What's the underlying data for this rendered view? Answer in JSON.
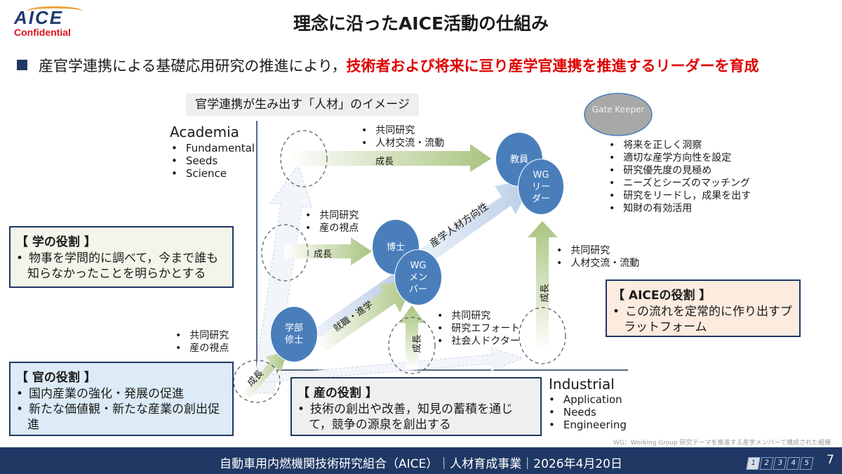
{
  "logo": {
    "brand": "AICE",
    "confidential": "Confidential"
  },
  "title": "理念に沿ったAICE活動の仕組み",
  "lead": {
    "normal": "産官学連携による基礎応用研究の推進により，",
    "highlight": "技術者および将来に亘り産学官連携を推進するリーダーを育成"
  },
  "caption": "官学連携が生み出す「人材」のイメージ",
  "academia": {
    "label": "Academia",
    "items": [
      "Fundamental",
      "Seeds",
      "Science"
    ]
  },
  "industrial": {
    "label": "Industrial",
    "items": [
      "Application",
      "Needs",
      "Engineering"
    ]
  },
  "gatekeeper": "Gate Keeper",
  "gatekeeper_items": [
    "将来を正しく洞察",
    "適切な産学方向性を設定",
    "研究優先度の見極め",
    "ニーズとシーズのマッチング",
    "研究をリードし，成果を出す",
    "知財の有効活用"
  ],
  "nodes": {
    "faculty": "教員",
    "wg_leader": "WG リー ダー",
    "phd": "博士",
    "wg_member": "WG メン バー",
    "undergrad": "学部 修士"
  },
  "arrows": {
    "growth": "成長",
    "career": "就職・進学",
    "direction": "産学人材方向性"
  },
  "notes": {
    "top": [
      "共同研究",
      "人材交流・流動"
    ],
    "mid": [
      "共同研究",
      "産の視点"
    ],
    "low": [
      "共同研究",
      "産の視点"
    ],
    "bottom": [
      "共同研究",
      "研究エフォート",
      "社会人ドクター"
    ],
    "right": [
      "共同研究",
      "人材交流・流動"
    ]
  },
  "roles": {
    "academia": {
      "title": "【 学の役割 】",
      "items": [
        "物事を学問的に調べて，今まで誰も知らなかったことを明らかとする"
      ]
    },
    "government": {
      "title": "【 官の役割 】",
      "items": [
        "国内産業の強化・発展の促進",
        "新たな価値観・新たな産業の創出促進"
      ]
    },
    "industry": {
      "title": "【 産の役割 】",
      "items": [
        "技術の創出や改善，知見の蓄積を通じて，競争の源泉を創出する"
      ]
    },
    "aice": {
      "title": "【 AICEの役割 】",
      "items": [
        "この流れを定常的に作り出すプラットフォーム"
      ]
    }
  },
  "footnote": "WG：Working Group 研究テーマを推進する産学メンバーで構成された組織",
  "footer": {
    "text": "自動車用内燃機関技術研究組合（AICE）｜人材育成事業｜2026年4月20日",
    "pages": [
      "1",
      "2",
      "3",
      "4",
      "5"
    ],
    "current_page": "1",
    "page_number": "7"
  },
  "colors": {
    "navy": "#1f3864",
    "node": "#4a7ebb",
    "red": "#e00000"
  }
}
